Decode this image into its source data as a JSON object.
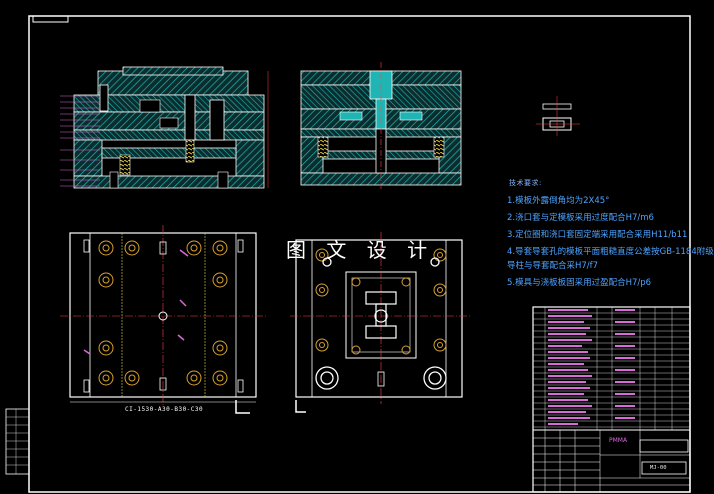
{
  "drawing": {
    "watermark": "图 文 设 计",
    "notes_title": "技术要求:",
    "notes": [
      "1.模板外露倒角均为2X45°",
      "2.浇口套与定模板采用过度配合H7/m6",
      "3.定位圈和浇口套固定端采用配合采用H11/b11",
      "4.导套导套孔的模板平面粗糙直度公差按GB-1184附级",
      "  导柱与导套配合采H7/f7",
      "5.模具与浇板板固采用过盈配合H7/p6"
    ],
    "plan_code": "CI-1530-A30-B30-C30",
    "title_block": {
      "part_name": "PMMA",
      "drawing_no": "MJ-00"
    }
  },
  "colors": {
    "background": "#000000",
    "frame": "#ffffff",
    "hatch_steel": "#1fb5b5",
    "plate_fill": "#0c2d2d",
    "text_blue": "#4da3ff",
    "springs": "#e6d23c",
    "bolts": "#d8a030",
    "centerline": "#ff3030",
    "leaders": "#d86bd8"
  }
}
